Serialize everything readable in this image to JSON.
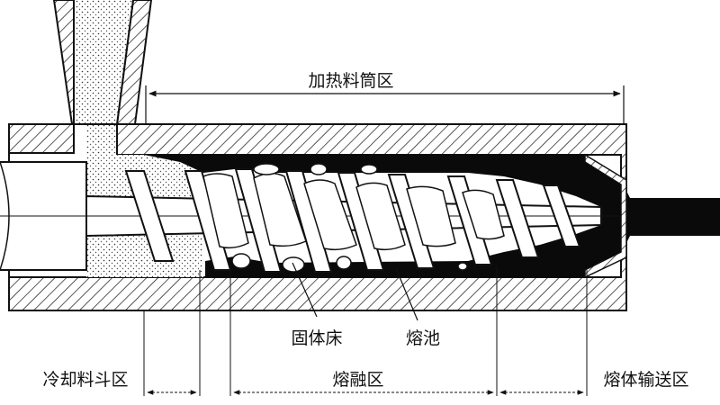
{
  "diagram": {
    "colors": {
      "line": "#111111",
      "melt": "#0a0a0a",
      "background": "#ffffff"
    },
    "labels": {
      "heating_barrel_zone": "加热料筒区",
      "solid_bed": "固体床",
      "melt_pool": "熔池",
      "feed_zone": "冷却料斗区",
      "melting_zone": "熔融区",
      "melt_conveying_zone": "熔体输送区"
    }
  }
}
